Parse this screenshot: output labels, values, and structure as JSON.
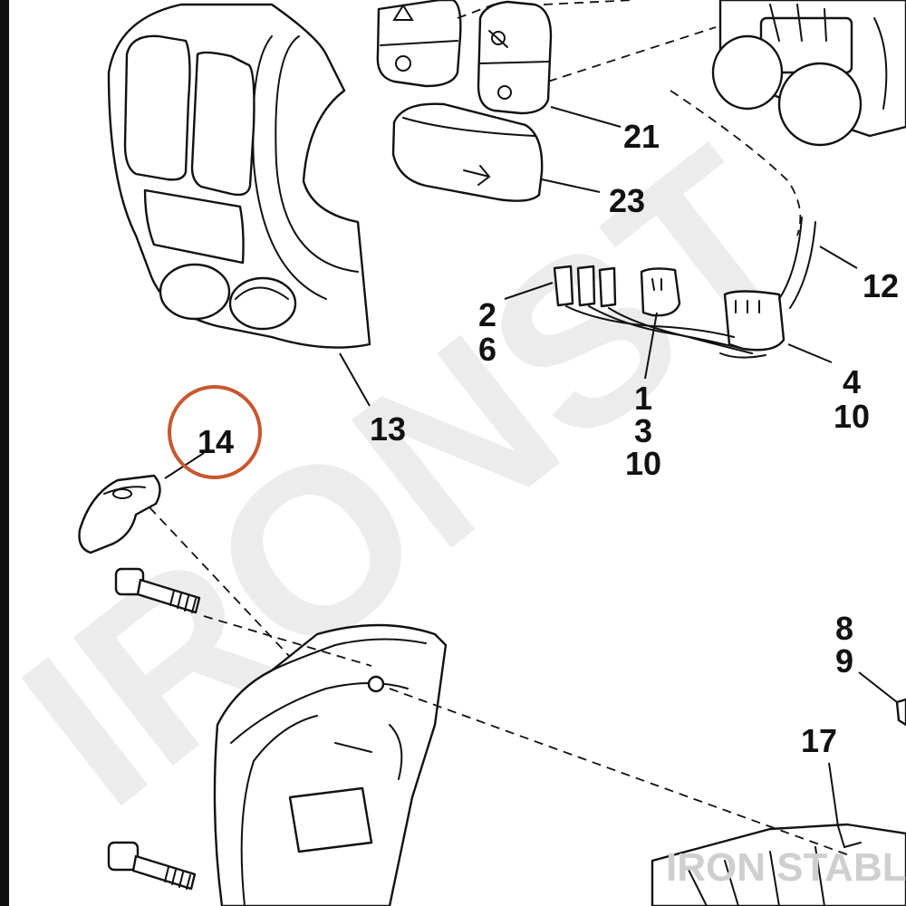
{
  "watermark": {
    "main": "IRONST",
    "corner": "IRON STABLE"
  },
  "colors": {
    "highlight_circle": "#c8572d",
    "ink": "#111111",
    "watermark": "#ececec"
  },
  "callouts": {
    "c21": "21",
    "c23": "23",
    "c12": "12",
    "c2": "2",
    "c6": "6",
    "c1": "1",
    "c3": "3",
    "c10a": "10",
    "c4": "4",
    "c10b": "10",
    "c13": "13",
    "c14": "14",
    "c8": "8",
    "c9": "9",
    "c17": "17"
  },
  "highlighted_callout": "14"
}
